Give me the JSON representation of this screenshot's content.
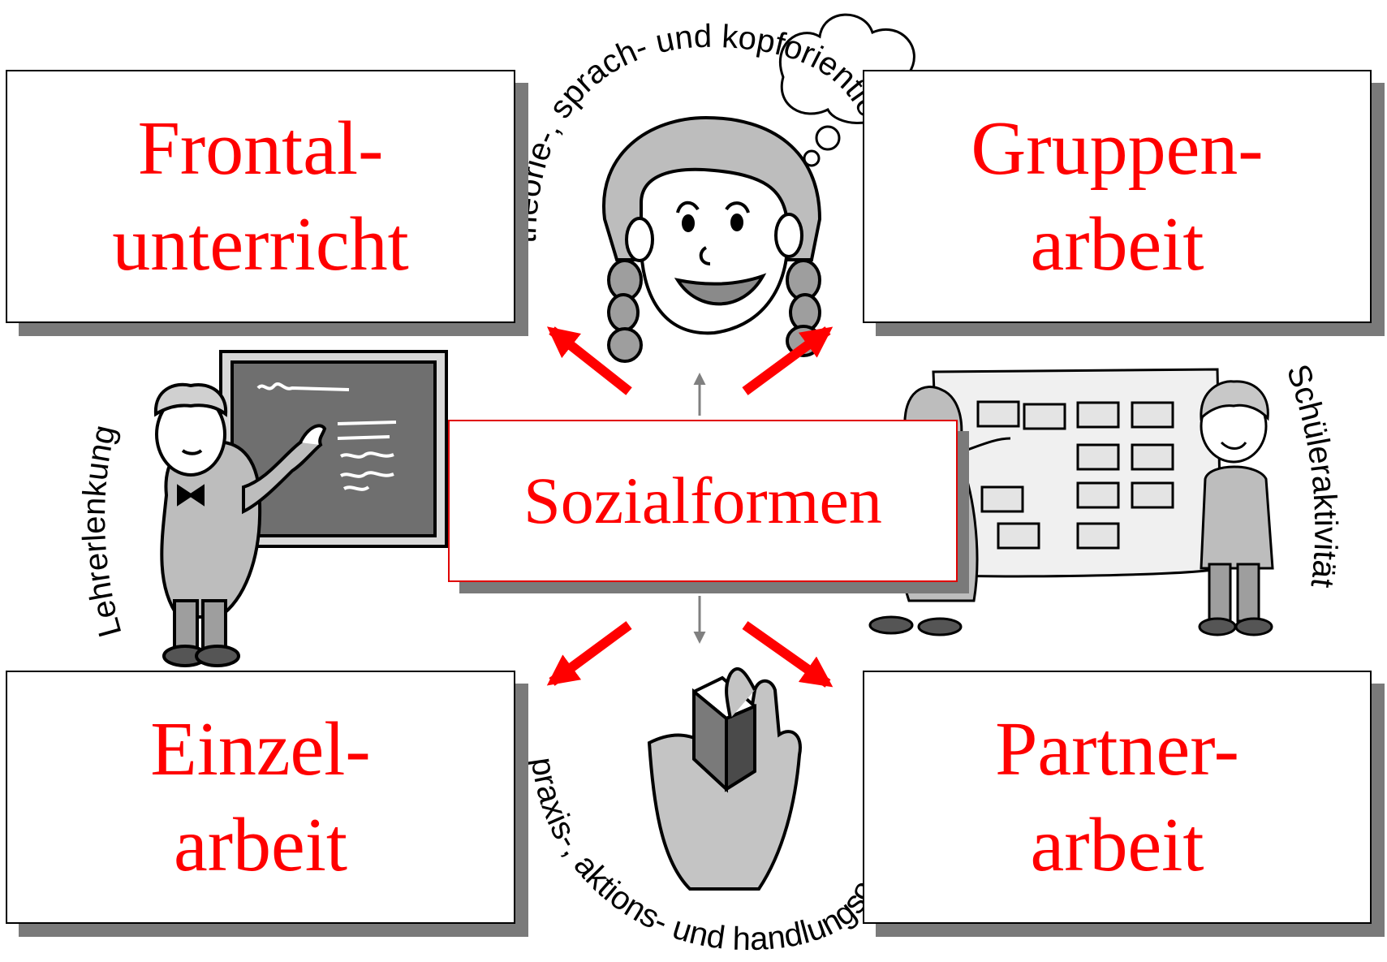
{
  "center": {
    "label": "Sozialformen"
  },
  "boxes": {
    "frontal": {
      "line1": "Frontal-",
      "line2": "unterricht"
    },
    "gruppen": {
      "line1": "Gruppen-",
      "line2": "arbeit"
    },
    "einzel": {
      "line1": "Einzel-",
      "line2": "arbeit"
    },
    "partner": {
      "line1": "Partner-",
      "line2": "arbeit"
    }
  },
  "arc_labels": {
    "top": "theorie-, sprach- und kopforientiert",
    "bottom": "praxis-, aktions- und handlungsorientiert",
    "left": "Lehrerlenkung",
    "right": "Schüleraktivität"
  },
  "colors": {
    "accent": "#ff0000",
    "shadow": "#7a7a7a",
    "arrow_gray": "#808080"
  },
  "icons": {
    "top": "girl-face-icon",
    "left": "teacher-at-chalkboard-icon",
    "right": "students-at-pinboard-icon",
    "bottom": "hand-holding-cube-icon"
  }
}
